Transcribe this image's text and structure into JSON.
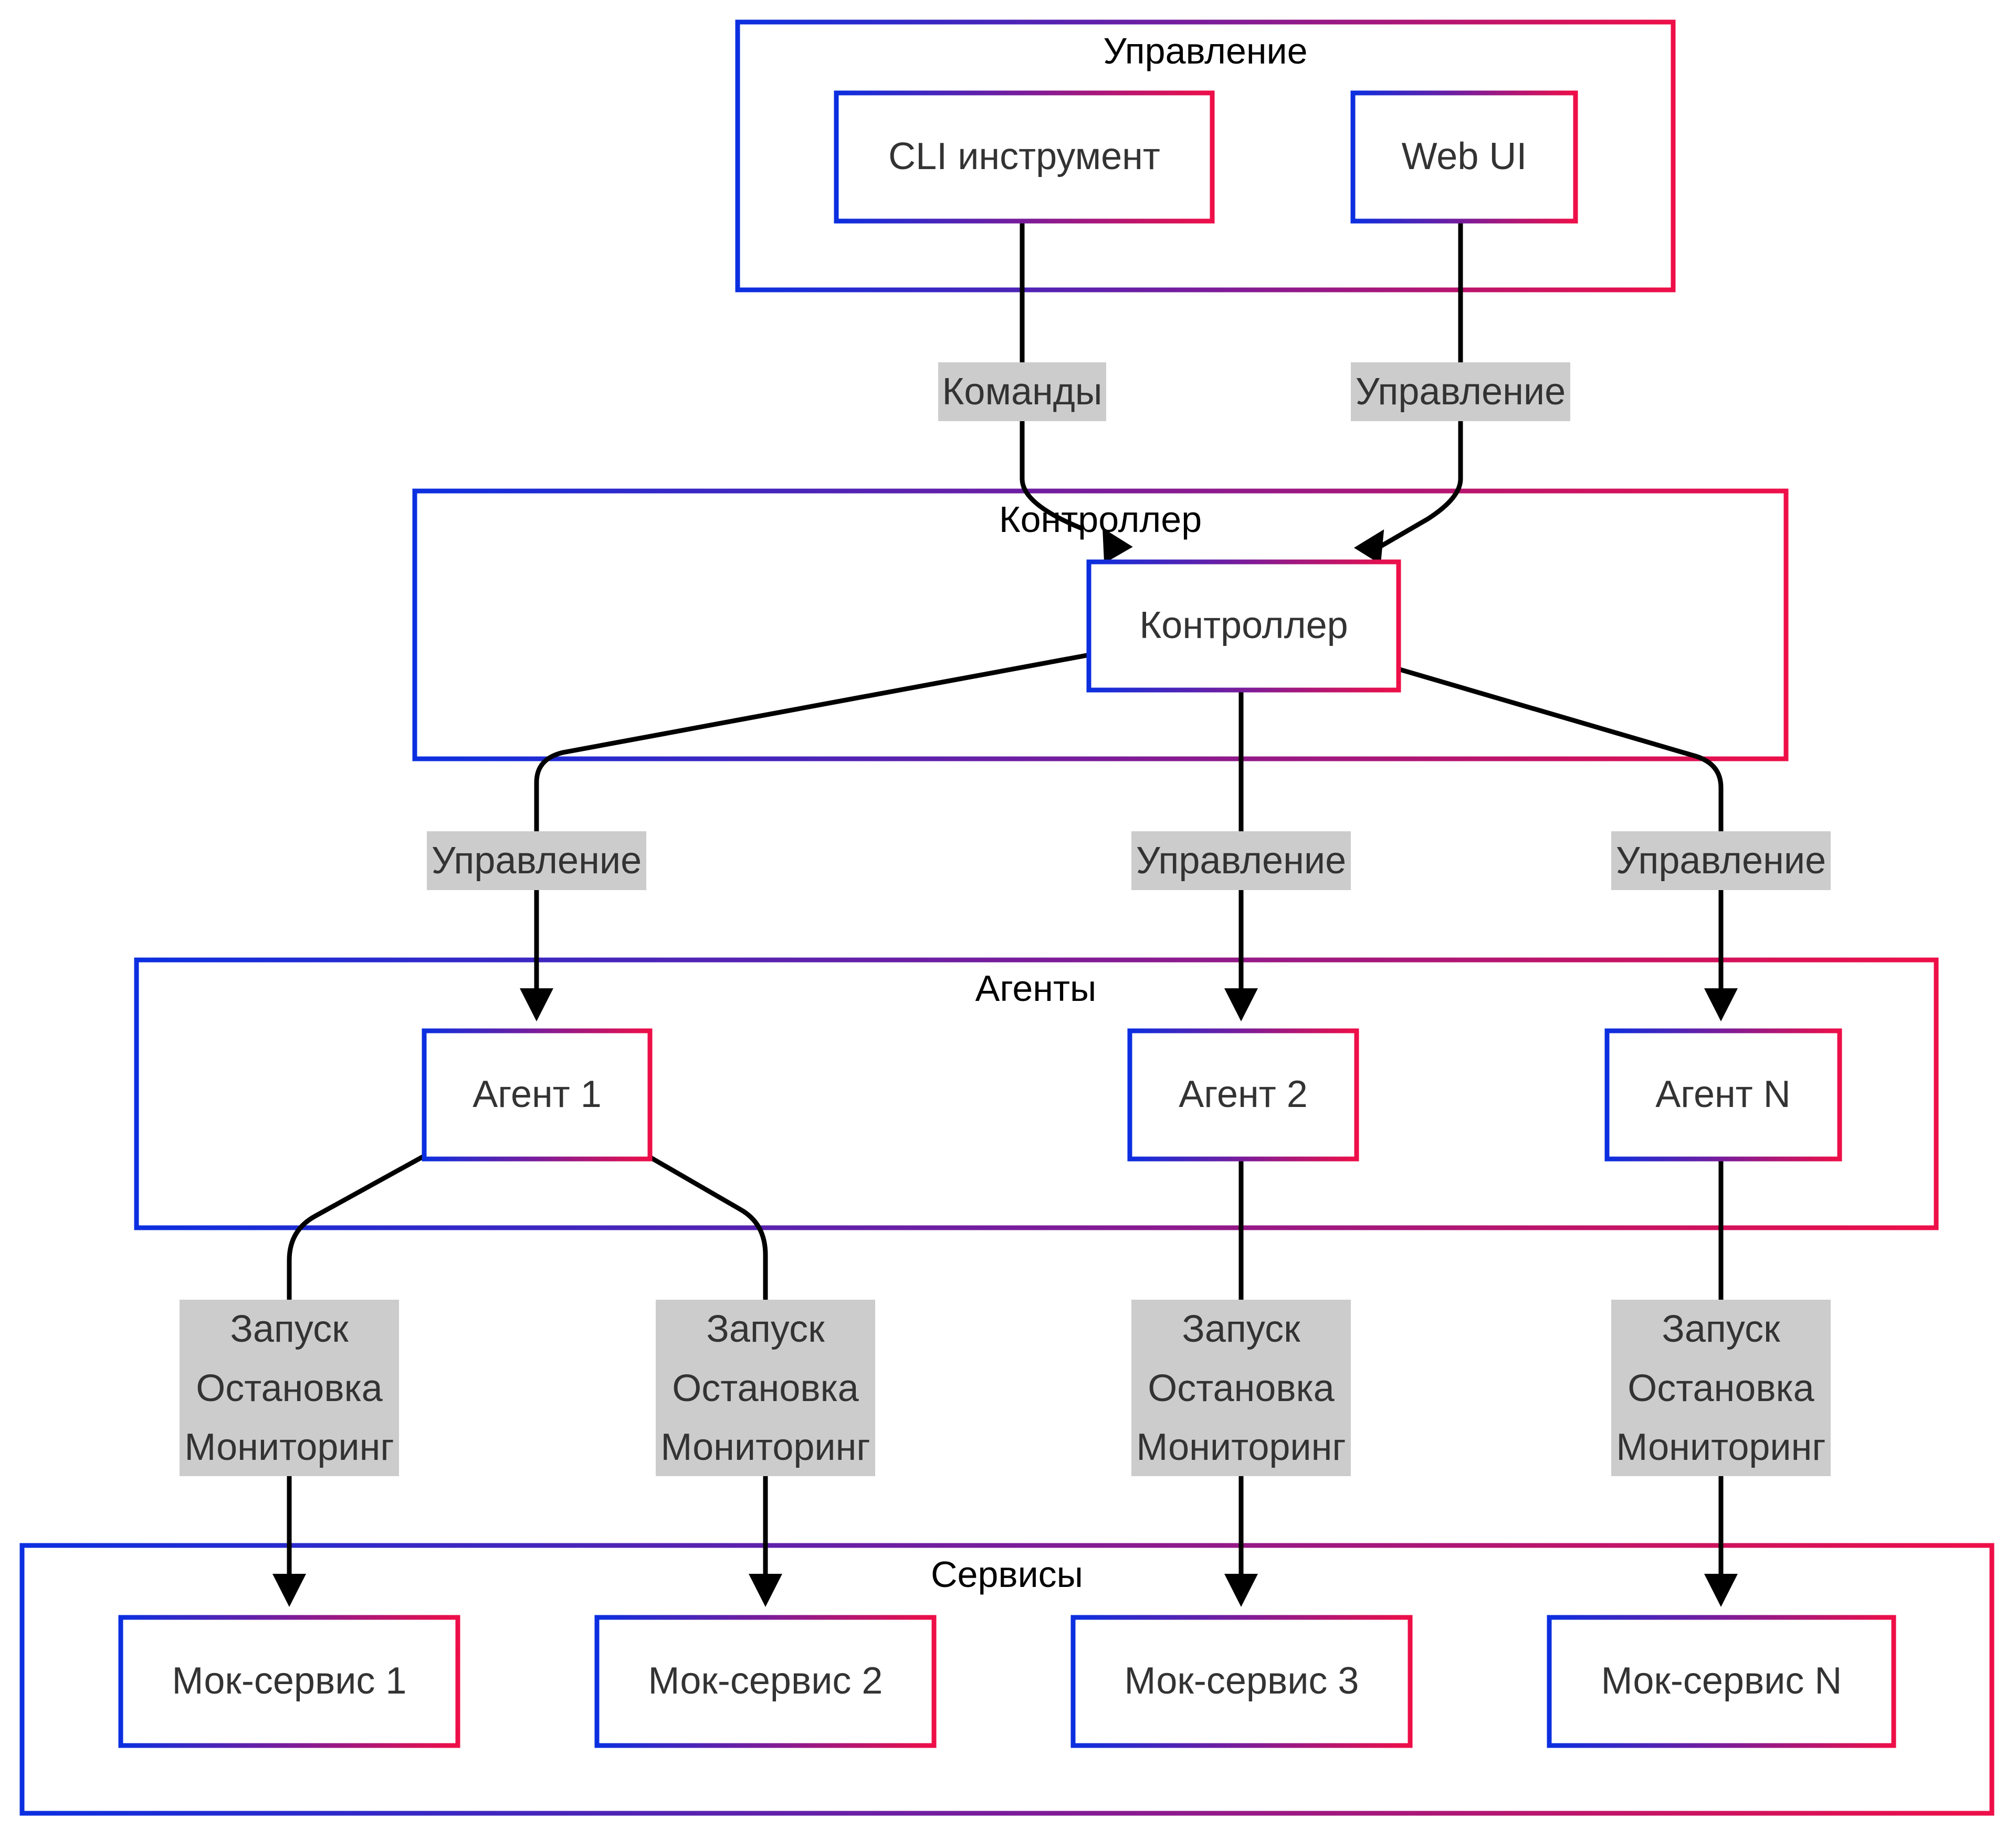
{
  "colors": {
    "gradient_start": "#0b2fe0",
    "gradient_mid": "#7a1c9a",
    "gradient_end": "#ee0f48",
    "edge": "#000000",
    "edge_label_bg": "#cccccc",
    "text": "#333333"
  },
  "groups": {
    "management": {
      "title": "Управление"
    },
    "controller": {
      "title": "Контроллер"
    },
    "agents": {
      "title": "Агенты"
    },
    "services": {
      "title": "Сервисы"
    }
  },
  "nodes": {
    "cli": {
      "label": "CLI инструмент"
    },
    "webui": {
      "label": "Web UI"
    },
    "controller": {
      "label": "Контроллер"
    },
    "agent1": {
      "label": "Агент 1"
    },
    "agent2": {
      "label": "Агент 2"
    },
    "agentN": {
      "label": "Агент N"
    },
    "mock1": {
      "label": "Мок-сервис 1"
    },
    "mock2": {
      "label": "Мок-сервис 2"
    },
    "mock3": {
      "label": "Мок-сервис 3"
    },
    "mockN": {
      "label": "Мок-сервис N"
    }
  },
  "edges": {
    "cli_controller": {
      "label": "Команды"
    },
    "webui_controller": {
      "label": "Управление"
    },
    "controller_agent1": {
      "label": "Управление"
    },
    "controller_agent2": {
      "label": "Управление"
    },
    "controller_agentN": {
      "label": "Управление"
    },
    "agent1_mock1": {
      "lines": [
        "Запуск",
        "Остановка",
        "Мониторинг"
      ]
    },
    "agent1_mock2": {
      "lines": [
        "Запуск",
        "Остановка",
        "Мониторинг"
      ]
    },
    "agent2_mock3": {
      "lines": [
        "Запуск",
        "Остановка",
        "Мониторинг"
      ]
    },
    "agentN_mockN": {
      "lines": [
        "Запуск",
        "Остановка",
        "Мониторинг"
      ]
    }
  }
}
